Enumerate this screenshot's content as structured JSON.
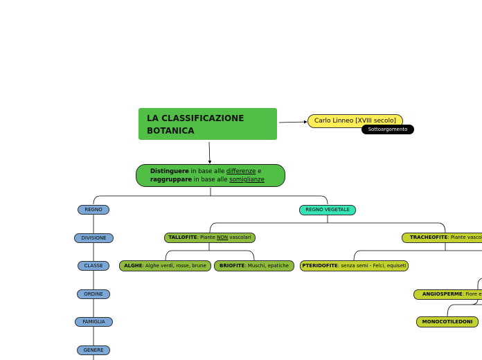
{
  "root": {
    "line1": "LA CLASSIFICAZIONE",
    "line2": "BOTANICA"
  },
  "linneo": {
    "label": "Carlo Linneo [XVIII secolo]",
    "tag": "Sottoargomento"
  },
  "description": {
    "verb1": "Distinguere",
    "text1": " in base alle ",
    "key1": "differenze",
    "text1b": " e",
    "verb2": "raggruppare",
    "text2": " in base alle ",
    "key2": "somiglianze"
  },
  "ranks": [
    "REGNO",
    "DIVISIONE",
    "CLASSE",
    "ORDINE",
    "FAMIGLIA",
    "GENERE"
  ],
  "regno_vegetale": "REGNO VEGETALE",
  "tallofite": {
    "name": "TALLOFITE",
    "text1": ": Piante ",
    "emph": "NON",
    "text2": " vascolari"
  },
  "tracheofite": {
    "name": "TRACHEOFITE",
    "text": ": Piante vascolari"
  },
  "alghe": {
    "name": "ALGHE",
    "text": ": Alghe verdi, rosse, brune"
  },
  "briofite": {
    "name": "BRIOFITE",
    "text": ": Muschi, epatiche"
  },
  "pteridofite": {
    "name": "PTERIDOFITE",
    "text": ": senza semi - Felci, equiseti"
  },
  "angiosperme": {
    "name": "ANGIOSPERME",
    "text": ": Fiore e se"
  },
  "monocotiledoni": {
    "name": "MONOCOTILEDONI"
  },
  "colors": {
    "main": "#51bf45",
    "linneo": "#ffee55",
    "rank": "#7ba8d6",
    "regno_vegetale": "#36e3b4",
    "olive": "#8fbb3d",
    "yellowgreen": "#c3d12e"
  }
}
